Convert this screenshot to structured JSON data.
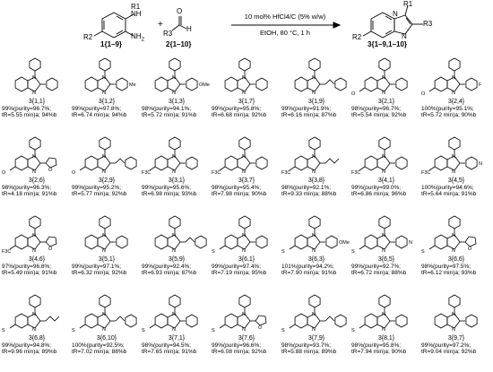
{
  "scheme": {
    "reactant1_label": "1{1–9}",
    "reactant2_label": "2{1–10}",
    "product_label": "3{1–9,1–10}",
    "plus": "+",
    "condition_top": "10 mol% HfCl4/C (5% w/w)",
    "condition_bottom": "EtOH, 80 °C, 1 h",
    "r1": "R1",
    "r2": "R2",
    "r3": "R3"
  },
  "compounds": [
    {
      "id": "3{1,1}",
      "l1": "99%(purity=96.7%;",
      "l2": "tR=5.55 min)a; 94%b",
      "sub": "phenyl",
      "core": "plain"
    },
    {
      "id": "3{1,2}",
      "l1": "99%(purity=97.8%;",
      "l2": "tR=6.74 min)a; 94%b",
      "sub": "tolyl",
      "core": "plain"
    },
    {
      "id": "3{1,3}",
      "l1": "98%(purity=94.1%;",
      "l2": "tR=5.72 min)a; 91%b",
      "sub": "anisyl",
      "core": "plain"
    },
    {
      "id": "3{1,7}",
      "l1": "99%(purity=95.8%;",
      "l2": "tR=6.68 min)a; 92%b",
      "sub": "cyclohexyl",
      "core": "plain"
    },
    {
      "id": "3{1,9}",
      "l1": "99%(purity=91.9%;",
      "l2": "tR=6.16 min)a; 87%b",
      "sub": "styryl",
      "core": "plain"
    },
    {
      "id": "3{2,1}",
      "l1": "98%(purity=96.7%;",
      "l2": "tR=5.54 min)a; 92%b",
      "sub": "phenyl",
      "core": "ome"
    },
    {
      "id": "3{2,4}",
      "l1": "100%(purity=95.1%;",
      "l2": "tR=5.72 min)a; 90%b",
      "sub": "fluorophenyl",
      "core": "ome"
    },
    {
      "id": "3{2,6}",
      "l1": "98%(purity=96.3%;",
      "l2": "tR=4.18 min)a; 91%b",
      "sub": "furyl",
      "core": "ester"
    },
    {
      "id": "3{2,9}",
      "l1": "99%(purity=95.2%;",
      "l2": "tR=5.77 min)a; 92%b",
      "sub": "styryl",
      "core": "ester"
    },
    {
      "id": "3{3,1}",
      "l1": "99%(purity=95.6%;",
      "l2": "tR=6.98 min)a; 93%b",
      "sub": "phenyl",
      "core": "cf3"
    },
    {
      "id": "3{3,7}",
      "l1": "98%(purity=95.4%;",
      "l2": "tR=7.98 min)a; 90%b",
      "sub": "cyclohexyl",
      "core": "cf3"
    },
    {
      "id": "3{3,8}",
      "l1": "98%(purity=92.1%;",
      "l2": "tR=9.33 min)a; 88%b",
      "sub": "butyl",
      "core": "cf3"
    },
    {
      "id": "3{4,1}",
      "l1": "99%(purity=99.0%;",
      "l2": "tR=6.86 min)a; 96%b",
      "sub": "phenyl",
      "core": "cf3"
    },
    {
      "id": "3{4,5}",
      "l1": "100%(purity=94.6%;",
      "l2": "tR=5.64 min)a; 91%b",
      "sub": "pyridyl",
      "core": "cf3"
    },
    {
      "id": "3{4,6}",
      "l1": "97%(purity=96.8%;",
      "l2": "tR=5.49 min)a; 91%b",
      "sub": "furyl",
      "core": "cf3"
    },
    {
      "id": "3{5,1}",
      "l1": "99%(purity=97.1%;",
      "l2": "tR=6.32 min)a; 92%b",
      "sub": "phenyl",
      "core": "plain"
    },
    {
      "id": "3{5,9}",
      "l1": "99%(purity=92.4%;",
      "l2": "tR=6.93 min)a; 87%b",
      "sub": "styryl",
      "core": "plain"
    },
    {
      "id": "3{6,1}",
      "l1": "99%(purity=97.4%;",
      "l2": "tR=7.19 min)a; 95%b",
      "sub": "phenyl",
      "core": "btz"
    },
    {
      "id": "3{6,3}",
      "l1": "101%(purity=94.2%;",
      "l2": "tR=7.90 min)a; 91%b",
      "sub": "anisyl",
      "core": "btz"
    },
    {
      "id": "3{6,5}",
      "l1": "99%(purity=92.7%;",
      "l2": "tR=6.72 min)a; 88%b",
      "sub": "pyridyl",
      "core": "btz"
    },
    {
      "id": "3{6,6}",
      "l1": "98%(purity=97.5%;",
      "l2": "tR=6.12 min)a; 93%b",
      "sub": "furyl",
      "core": "btz"
    },
    {
      "id": "3{6,8}",
      "l1": "99%(purity=94.8%;",
      "l2": "tR=9.96 min)a; 89%b",
      "sub": "butyl",
      "core": "btz"
    },
    {
      "id": "3{6,10}",
      "l1": "100%(purity=92.5%;",
      "l2": "tR=7.02 min)a; 88%b",
      "sub": "styryl",
      "core": "btz"
    },
    {
      "id": "3{7,1}",
      "l1": "98%(purity=94.5%;",
      "l2": "tR=7.65 min)a; 91%b",
      "sub": "phenyl",
      "core": "btz"
    },
    {
      "id": "3{7,6}",
      "l1": "99%(purity=96.6%;",
      "l2": "tR=6.08 min)a; 92%b",
      "sub": "furyl",
      "core": "btz"
    },
    {
      "id": "3{7,9}",
      "l1": "98%(purity=93.7%;",
      "l2": "tR=5.88 min)a; 89%b",
      "sub": "styryl",
      "core": "btz"
    },
    {
      "id": "3{8,1}",
      "l1": "98%(purity=95.8%;",
      "l2": "tR=7.94 min)a; 90%b",
      "sub": "phenyl",
      "core": "btz"
    },
    {
      "id": "3{9,7}",
      "l1": "99%(purity=97.2%;",
      "l2": "tR=9.04 min)a; 92%b",
      "sub": "cyclohexyl",
      "core": "plain"
    }
  ]
}
